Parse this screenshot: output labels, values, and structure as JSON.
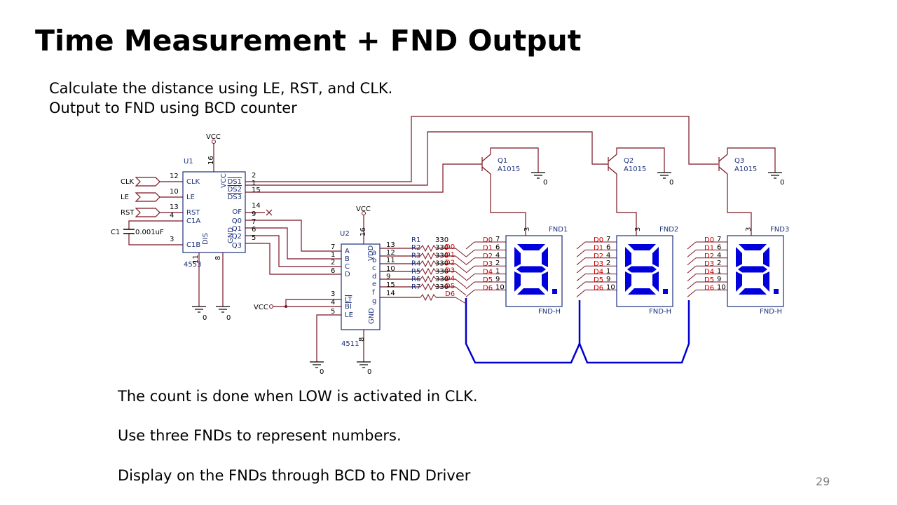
{
  "slide": {
    "title": "Time Measurement + FND Output",
    "intro": [
      "Calculate the distance using LE, RST, and CLK.",
      "Output to FND using BCD counter"
    ],
    "notes": [
      "The count is done when LOW is activated in CLK.",
      "Use three FNDs to represent numbers.",
      "Display on the FNDs through BCD to FND Driver"
    ],
    "page_number": "29"
  },
  "schematic": {
    "inputs": [
      "CLK",
      "LE",
      "RST"
    ],
    "vcc": "VCC",
    "gnd": "0",
    "capacitor": {
      "ref": "C1",
      "value": "0.001uF"
    },
    "u1": {
      "ref": "U1",
      "part": "4553",
      "left_pins": [
        {
          "num": "12",
          "name": "CLK"
        },
        {
          "num": "10",
          "name": "LE"
        },
        {
          "num": "13",
          "name": "RST"
        },
        {
          "num": "4",
          "name": "C1A"
        },
        {
          "num": "3",
          "name": "C1B"
        }
      ],
      "right_pins": [
        {
          "num": "2",
          "name": "DS1"
        },
        {
          "num": "1",
          "name": "DS2"
        },
        {
          "num": "15",
          "name": "DS3"
        },
        {
          "num": "14",
          "name": "OF"
        },
        {
          "num": "9",
          "name": "Q0"
        },
        {
          "num": "7",
          "name": "Q1"
        },
        {
          "num": "6",
          "name": "Q2"
        },
        {
          "num": "5",
          "name": "Q3"
        }
      ],
      "vcc_pin": "16",
      "gnd_pin": "8",
      "vcc_label": "VCC",
      "gnd_label": "GND",
      "dis_pin": "11",
      "dis_label": "DIS"
    },
    "u2": {
      "ref": "U2",
      "part": "4511",
      "left_pins": [
        {
          "num": "7",
          "name": "A"
        },
        {
          "num": "1",
          "name": "B"
        },
        {
          "num": "2",
          "name": "C"
        },
        {
          "num": "6",
          "name": "D"
        },
        {
          "num": "3",
          "name": "LT"
        },
        {
          "num": "4",
          "name": "BI"
        },
        {
          "num": "5",
          "name": "LE"
        }
      ],
      "right_pins": [
        {
          "num": "13",
          "name": "a"
        },
        {
          "num": "12",
          "name": "b"
        },
        {
          "num": "11",
          "name": "c"
        },
        {
          "num": "10",
          "name": "d"
        },
        {
          "num": "9",
          "name": "e"
        },
        {
          "num": "15",
          "name": "f"
        },
        {
          "num": "14",
          "name": "g"
        }
      ],
      "vcc_pin": "16",
      "gnd_pin": "8",
      "vdd_label": "VDD",
      "gnd_label": "GND"
    },
    "resistors": {
      "refs": [
        "R1",
        "R2",
        "R3",
        "R4",
        "R5",
        "R6",
        "R7"
      ],
      "value": "330"
    },
    "bus_labels": [
      "D0",
      "D1",
      "D2",
      "D3",
      "D4",
      "D5",
      "D6"
    ],
    "transistors": [
      {
        "ref": "Q1",
        "part": "A1015"
      },
      {
        "ref": "Q2",
        "part": "A1015"
      },
      {
        "ref": "Q3",
        "part": "A1015"
      }
    ],
    "fnds": [
      {
        "ref": "FND1",
        "part": "FND-H"
      },
      {
        "ref": "FND2",
        "part": "FND-H"
      },
      {
        "ref": "FND3",
        "part": "FND-H"
      }
    ],
    "fnd_common_pin": "3",
    "fnd_pins": [
      "7",
      "6",
      "4",
      "2",
      "1",
      "9",
      "10"
    ]
  },
  "colors": {
    "wire": "#7a1420",
    "part_text": "#1c2f7a",
    "net_label": "#cc0000",
    "display": "#0000dd",
    "bus": "#0000cc"
  }
}
